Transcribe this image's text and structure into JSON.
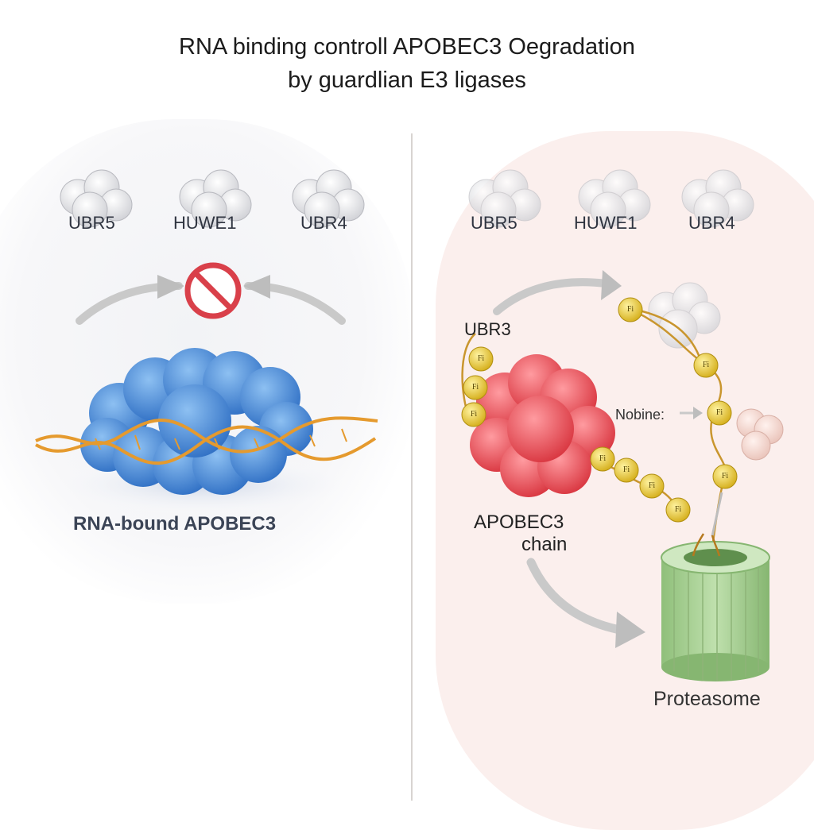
{
  "title": {
    "line1": "RNA binding controll APOBEC3 Oegradation",
    "line2": "by guardlian E3 ligases"
  },
  "left_panel": {
    "ligases": [
      "UBR5",
      "HUWE1",
      "UBR4"
    ],
    "blocked_icon": "no-entry-icon",
    "complex_label": "RNA-bound APOBEC3"
  },
  "right_panel": {
    "ligases": [
      "UBR5",
      "HUWE1",
      "UBR4"
    ],
    "ubr3_label": "UBR3",
    "chain_label_line1": "APOBEC3",
    "chain_label_line2": "chain",
    "middle_label": "Nobine:",
    "proteasome_label": "Proteasome",
    "ubiquitin_mark": "Fi"
  },
  "colors": {
    "apobec_rna_bound": "#4f8fd8",
    "apobec_free": "#e8545c",
    "rna_strand": "#e59a2e",
    "ubiquitin": "#e2c22c",
    "proteasome": "#a9cf95",
    "ligase": "#e3e3e6",
    "inhibit": "#d9404a",
    "right_background": "#fbefed"
  }
}
